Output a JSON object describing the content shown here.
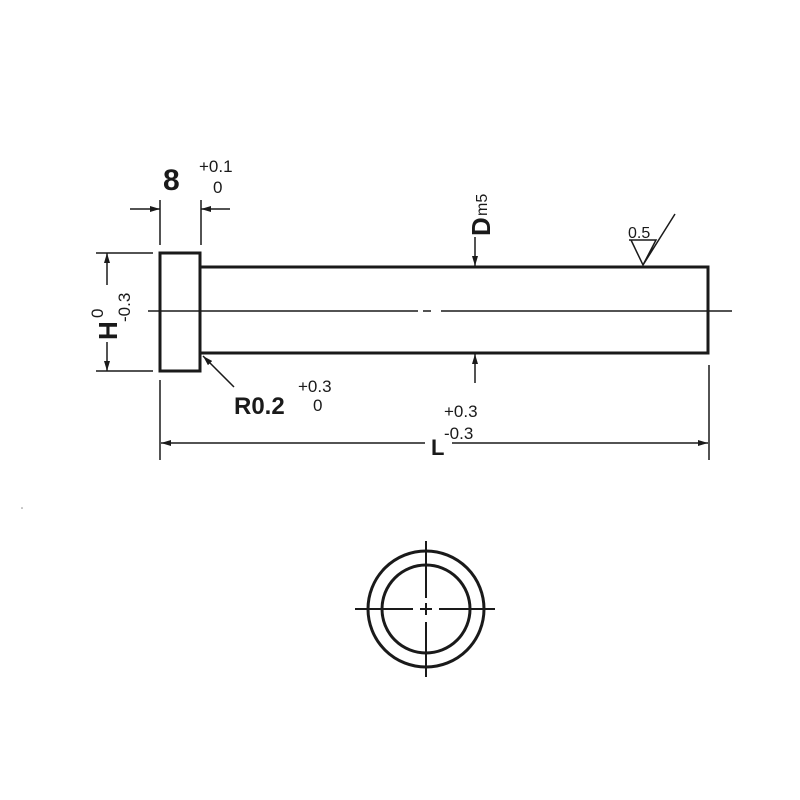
{
  "head_width": {
    "value": "8",
    "upper_tol": "+0.1",
    "lower_tol": "0"
  },
  "head_height": {
    "label": "H",
    "upper_tol": "0",
    "lower_tol": "-0.3"
  },
  "diameter": {
    "label": "D",
    "fit": "m5"
  },
  "surface_roughness": "0.5",
  "fillet": {
    "label": "R0.2",
    "upper_tol": "+0.3",
    "lower_tol": "0"
  },
  "length": {
    "label": "L",
    "upper_tol": "+0.3",
    "lower_tol": "-0.3"
  },
  "colors": {
    "line": "#1a1a1a",
    "background": "#ffffff"
  }
}
